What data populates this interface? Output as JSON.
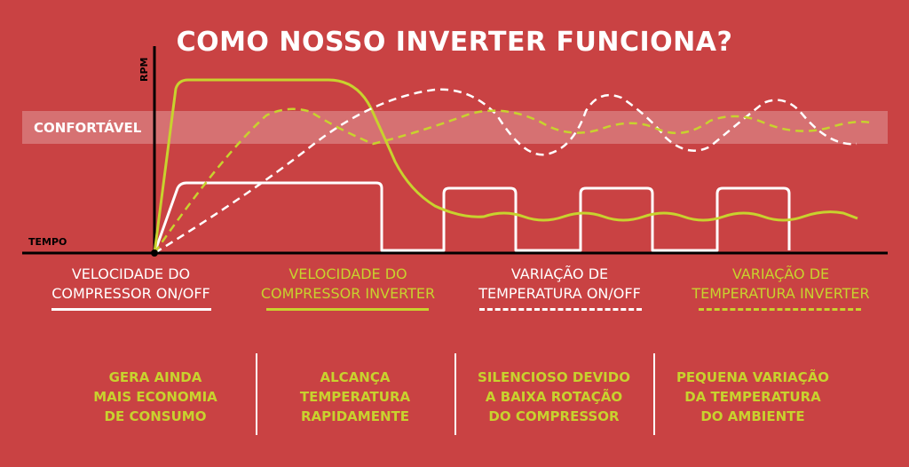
{
  "title": "COMO NOSSO INVERTER FUNCIONA?",
  "axis": {
    "y_label": "RPM",
    "x_label": "TEMPO"
  },
  "band_label": "CONFORTÁVEL",
  "colors": {
    "background": "#c94243",
    "white": "#ffffff",
    "green": "#c8d22e",
    "band": "rgba(255,255,255,0.25)"
  },
  "legend": [
    {
      "line1": "VELOCIDADE DO",
      "line2": "COMPRESSOR ON/OFF",
      "color": "white",
      "style": "solid"
    },
    {
      "line1": "VELOCIDADE DO",
      "line2": "COMPRESSOR INVERTER",
      "color": "green",
      "style": "solid"
    },
    {
      "line1": "VARIAÇÃO DE",
      "line2": "TEMPERATURA ON/OFF",
      "color": "white",
      "style": "dashed"
    },
    {
      "line1": "VARIAÇÃO DE",
      "line2": "TEMPERATURA INVERTER",
      "color": "green",
      "style": "dashed"
    }
  ],
  "benefits": [
    {
      "line1": "GERA AINDA",
      "line2": "MAIS ECONOMIA",
      "line3": "DE CONSUMO"
    },
    {
      "line1": "ALCANÇA",
      "line2": "TEMPERATURA",
      "line3": "RAPIDAMENTE"
    },
    {
      "line1": "SILENCIOSO DEVIDO",
      "line2": "A BAIXA ROTAÇÃO",
      "line3": "DO COMPRESSOR"
    },
    {
      "line1": "PEQUENA VARIAÇÃO",
      "line2": "DA TEMPERATURA",
      "line3": "DO AMBIENTE"
    }
  ]
}
